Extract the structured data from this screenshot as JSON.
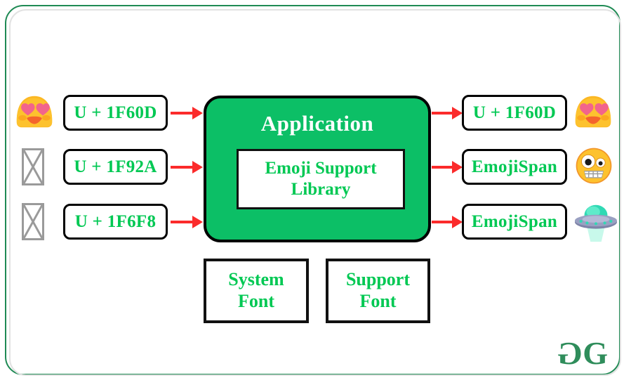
{
  "diagram": {
    "title": "Emoji Support Library flow",
    "colors": {
      "frame_green": "#1f8a54",
      "app_green": "#0cbf66",
      "text_green": "#00c853",
      "arrow_red": "#fb2b2b",
      "logo_green": "#2f8d5b",
      "tofu_gray": "#9a9a9a"
    },
    "app": {
      "title": "Application",
      "inner_line1": "Emoji Support",
      "inner_line2": "Library"
    },
    "rows": [
      {
        "input_glyph": "heart-eyes-emoji",
        "input_glyph_supported": true,
        "input_label": "U + 1F60D",
        "output_label": "U + 1F60D",
        "output_glyph": "heart-eyes-emoji"
      },
      {
        "input_glyph": "tofu-missing-glyph",
        "input_glyph_supported": false,
        "input_label": "U + 1F92A",
        "output_label": "EmojiSpan",
        "output_glyph": "zany-face-emoji"
      },
      {
        "input_glyph": "tofu-missing-glyph",
        "input_glyph_supported": false,
        "input_label": "U + 1F6F8",
        "output_label": "EmojiSpan",
        "output_glyph": "flying-saucer-emoji"
      }
    ],
    "fonts": [
      {
        "line1": "System",
        "line2": "Font"
      },
      {
        "line1": "Support",
        "line2": "Font"
      }
    ],
    "logo": {
      "left_letter": "G",
      "right_letter": "G"
    }
  }
}
